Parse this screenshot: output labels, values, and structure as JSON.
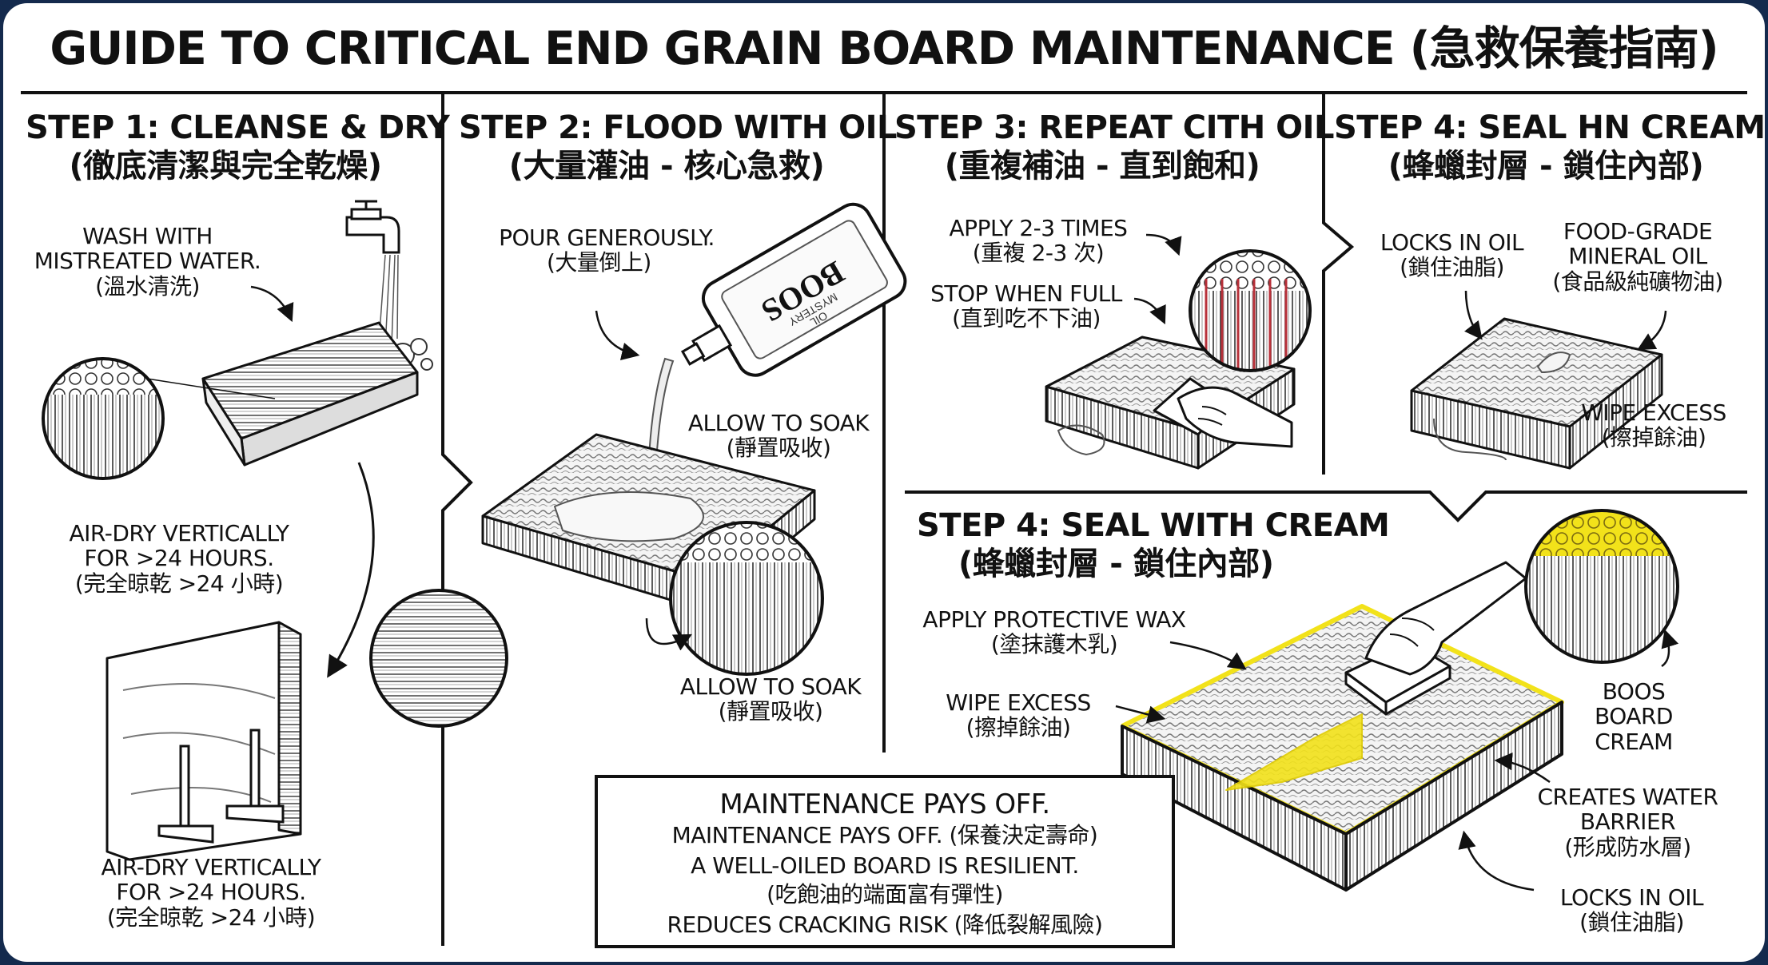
{
  "title": "GUIDE TO CRITICAL END GRAIN BOARD MAINTENANCE (急救保養指南)",
  "step1": {
    "heading": "STEP 1: CLEANSE & DRY",
    "heading_zh": "(徹底清潔與完全乾燥)",
    "wash_en_1": "WASH WITH",
    "wash_en_2": "MISTREATED WATER.",
    "wash_zh": "(溫水清洗)",
    "airdry_en_1": "AIR-DRY VERTICALLY",
    "airdry_en_2": "FOR >24 HOURS.",
    "airdry_zh": "(完全晾乾 >24 小時)",
    "airdry2_en_1": "AIR-DRY VERTICALLY",
    "airdry2_en_2": "FOR >24 HOURS.",
    "airdry2_zh": "(完全晾乾 >24 小時)"
  },
  "step2": {
    "heading": "STEP 2: FLOOD WITH OIL",
    "heading_zh": "(大量灌油 - 核心急救)",
    "pour_en": "POUR GENEROUSLY.",
    "pour_zh": "(大量倒上)",
    "soak_en": "ALLOW TO SOAK",
    "soak_zh": "(靜置吸收)",
    "soak2_en": "ALLOW TO SOAK",
    "soak2_zh": "(靜置吸收)",
    "bottle_brand": "BOOS",
    "bottle_l1": "MYSTERY",
    "bottle_l2": "OIL"
  },
  "step3": {
    "heading": "STEP 3: REPEAT CITH OIL",
    "heading_zh": "(重複補油 - 直到飽和)",
    "apply_en": "APPLY 2-3 TIMES",
    "apply_zh": "(重複 2-3 次)",
    "stop_en": "STOP WHEN FULL",
    "stop_zh": "(直到吃不下油)"
  },
  "step4a": {
    "heading": "STEP 4: SEAL HN CREAM",
    "heading_zh": "(蜂蠟封層 - 鎖住內部)",
    "locks_en": "LOCKS IN OIL",
    "locks_zh": "(鎖住油脂)",
    "food_en_1": "FOOD-GRADE",
    "food_en_2": "MINERAL OIL",
    "food_zh": "(食品級純礦物油)",
    "wipe_en": "WIPE EXCESS",
    "wipe_zh": "(擦掉餘油)"
  },
  "step4b": {
    "heading": "STEP 4: SEAL WITH CREAM",
    "heading_zh": "(蜂蠟封層 - 鎖住內部)",
    "apply_en": "APPLY PROTECTIVE WAX",
    "apply_zh": "(塗抹護木乳)",
    "wipe_en": "WIPE EXCESS",
    "wipe_zh": "(擦掉餘油)",
    "cream_1": "BOOS",
    "cream_2": "BOARD",
    "cream_3": "CREAM",
    "barrier_en_1": "CREATES WATER",
    "barrier_en_2": "BARRIER",
    "barrier_zh": "(形成防水層)",
    "locks_en": "LOCKS IN OIL",
    "locks_zh": "(鎖住油脂)"
  },
  "summary": {
    "title": "MAINTENANCE PAYS OFF.",
    "line1": "MAINTENANCE PAYS OFF. (保養決定壽命)",
    "line2": "A WELL-OILED BOARD IS RESILIENT.",
    "line3": "(吃飽油的端面富有彈性)",
    "line4": "REDUCES CRACKING RISK (降低裂解風險)"
  },
  "colors": {
    "frame": "#142a4d",
    "ink": "#111111",
    "wax_yellow": "#f2e21a",
    "oil_red": "#b8313a"
  }
}
